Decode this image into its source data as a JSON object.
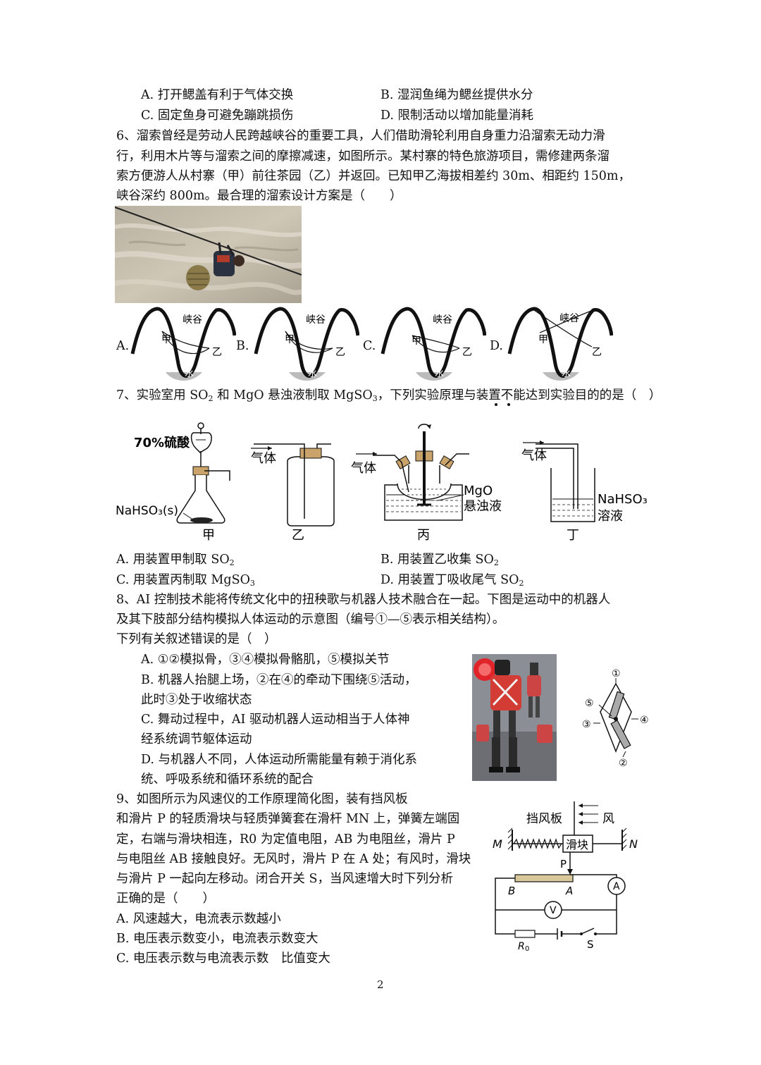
{
  "q5_options": {
    "A": "A. 打开鳃盖有利于气体交换",
    "B": "B. 湿润鱼绳为鳃丝提供水分",
    "C": "C. 固定鱼身可避免蹦跳损伤",
    "D": "D. 限制活动以增加能量消耗"
  },
  "q6": {
    "line1": "6、溜索曾经是劳动人民跨越峡谷的重要工具，人们借助滑轮利用自身重力沿溜索无动力滑",
    "line2": "行，利用木片等与溜索之间的摩擦减速，如图所示。某村寨的特色旅游项目，需修建两条溜",
    "line3": "索方便游人从村寨（甲）前往茶园（乙）并返回。已知甲乙海拔相差约 30m、相距约 150m，",
    "line4": "峡谷深约 800m。最合理的溜索设计方案是（　　）",
    "option_letters": [
      "A.",
      "B.",
      "C.",
      "D."
    ],
    "label_canyon": "峡谷",
    "label_jia": "甲",
    "label_yi": "乙",
    "label_water": "水"
  },
  "q7": {
    "stem_a": "7、实验室用 SO",
    "stem_a_sub": "2",
    "stem_b": " 和 MgO 悬浊液制取 MgSO",
    "stem_b_sub": "3",
    "stem_c": "，下列实验原理与装置不能达到实验目的的是（　）",
    "fig": {
      "acid": "70%硫酸",
      "solid": "NaHSO₃(s)",
      "gas": "气体",
      "mgo1": "MgO",
      "mgo2": "悬浊液",
      "nahso3": "NaHSO₃",
      "solution": "溶液",
      "jia": "甲",
      "yi": "乙",
      "bing": "丙",
      "ding": "丁"
    },
    "options": {
      "A": "A. 用装置甲制取 SO",
      "A_sub": "2",
      "B": "B. 用装置乙收集 SO",
      "B_sub": "2",
      "C": "C. 用装置丙制取 MgSO",
      "C_sub": "3",
      "D": "D. 用装置丁吸收尾气 SO",
      "D_sub": "2"
    }
  },
  "q8": {
    "line1": "8、AI 控制技术能将传统文化中的扭秧歌与机器人技术融合在一起。下图是运动中的机器人",
    "line2": "及其下肢部分结构模拟人体运动的示意图（编号①—⑤表示相关结构）。",
    "line3": "下列有关叙述错误的是（　）",
    "optA": "A. ①②模拟骨，③④模拟骨骼肌，⑤模拟关节",
    "optB1": "B. 机器人抬腿上场，②在④的牵动下围绕⑤活动，",
    "optB2": "此时③处于收缩状态",
    "optC1": "C. 舞动过程中，AI 驱动机器人运动相当于人体神",
    "optC2": "经系统调节躯体运动",
    "optD1": "D. 与机器人不同，人体运动所需能量有赖于消化系",
    "optD2": "统、呼吸系统和循环系统的配合",
    "labels": [
      "①",
      "②",
      "③",
      "④",
      "⑤"
    ]
  },
  "q9": {
    "line1": "9、如图所示为风速仪的工作原理简化图，装有挡风板",
    "line2": "和滑片 P 的轻质滑块与轻质弹簧套在滑杆 MN 上，弹簧左端固",
    "line3": "定，右端与滑块相连，R0 为定值电阻，AB 为电阻丝，滑片 P",
    "line4": "与电阻丝 AB 接触良好。无风时，滑片 P 在 A 处；有风时，滑块",
    "line5": "与滑片 P 一起向左移动。闭合开关 S，当风速增大时下列分析",
    "line6": "正确的是（　　）",
    "optA": "A. 风速越大，电流表示数越小",
    "optB": "B. 电压表示数变小，电流表示数变大",
    "optC": "C. 电压表示数与电流表示数　比值变大",
    "fig": {
      "baffle": "挡风板",
      "wind": "风",
      "slider": "滑块",
      "M": "M",
      "N": "N",
      "P": "P",
      "B": "B",
      "A": "A",
      "ammeter": "A",
      "voltmeter": "V",
      "R0": "R",
      "R0_sub": "0",
      "S": "S"
    }
  },
  "page_number": "2"
}
